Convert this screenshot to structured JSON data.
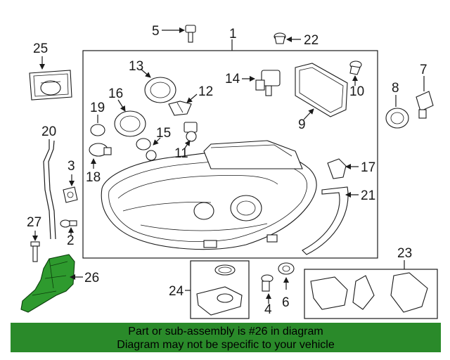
{
  "banner": {
    "line1": "Part or sub-assembly is #26 in diagram",
    "line2": "Diagram may not be specific to your vehicle"
  },
  "callouts": {
    "c1": "1",
    "c2": "2",
    "c3": "3",
    "c4": "4",
    "c5": "5",
    "c6": "6",
    "c7": "7",
    "c8": "8",
    "c9": "9",
    "c10": "10",
    "c11": "11",
    "c12": "12",
    "c13": "13",
    "c14": "14",
    "c15": "15",
    "c16": "16",
    "c17": "17",
    "c18": "18",
    "c19": "19",
    "c20": "20",
    "c21": "21",
    "c22": "22",
    "c23": "23",
    "c24": "24",
    "c25": "25",
    "c26": "26",
    "c27": "27"
  },
  "colors": {
    "highlight_part": "#2e9a2e",
    "banner_bg": "#2a8a2a",
    "line": "#1a1a1a"
  }
}
